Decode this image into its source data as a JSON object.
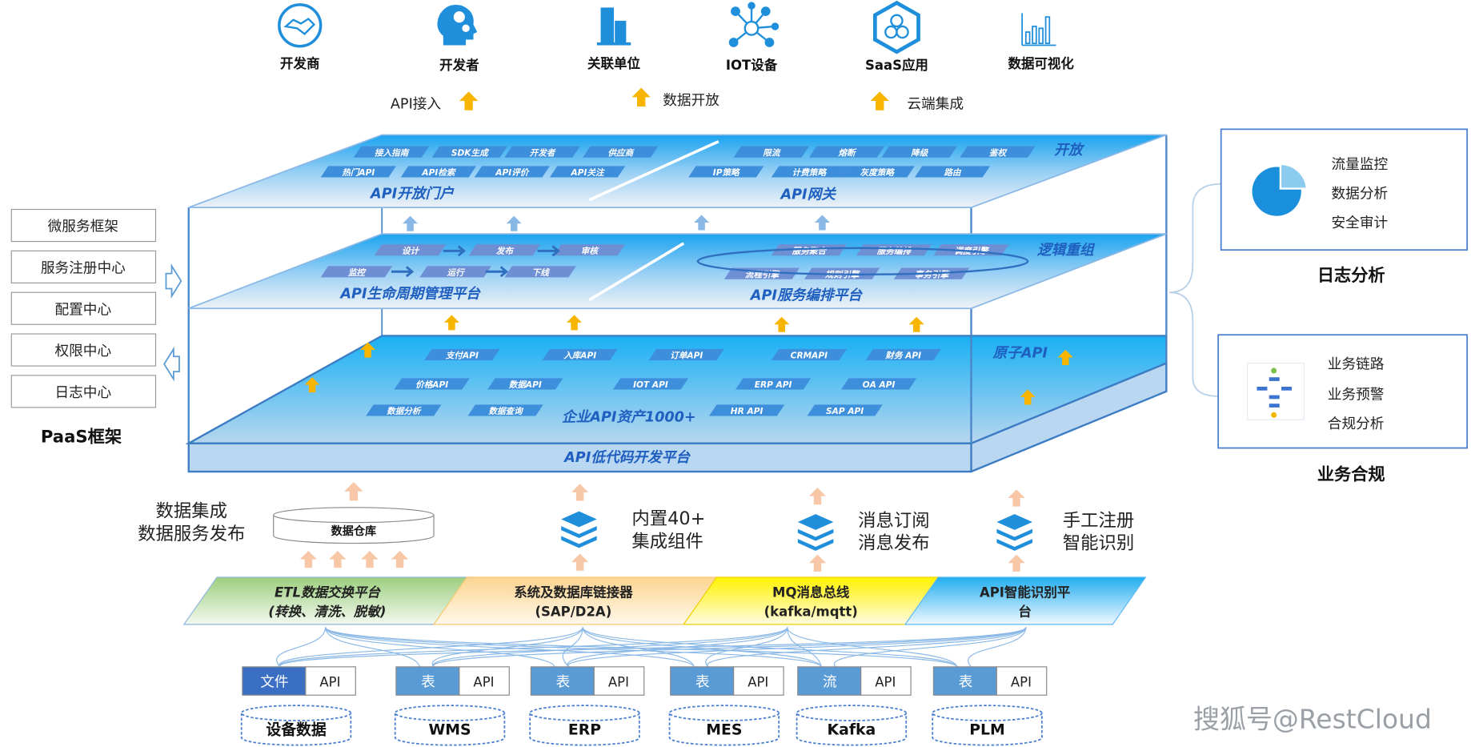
{
  "colors": {
    "accent": "#1f8fdc",
    "layer_blue": "#2fa8ee",
    "arrow_yellow": "#f7b500",
    "arrow_orange": "#f8c7a8",
    "frame": "#4a86c8"
  },
  "top_icons": [
    {
      "icon": "handshake-icon",
      "label": "开发商"
    },
    {
      "icon": "head-gear-icon",
      "label": "开发者"
    },
    {
      "icon": "building-icon",
      "label": "关联单位"
    },
    {
      "icon": "network-icon",
      "label": "IOT设备"
    },
    {
      "icon": "hexagon-icon",
      "label": "SaaS应用"
    },
    {
      "icon": "bar-chart-icon",
      "label": "数据可视化"
    }
  ],
  "top_arrows": [
    "API接入",
    "数据开放",
    "云端集成"
  ],
  "open_layer": {
    "corner": "开放",
    "portal_title": "API开放门户",
    "gateway_title": "API网关",
    "portal_row1": [
      "接入指南",
      "SDK生成",
      "开发者",
      "供应商"
    ],
    "portal_row2": [
      "热门API",
      "API检索",
      "API评价",
      "API关注"
    ],
    "gateway_row1": [
      "限流",
      "熔断",
      "降级",
      "鉴权"
    ],
    "gateway_row2": [
      "IP策略",
      "计费策略",
      "灰度策略",
      "路由"
    ]
  },
  "logic_layer": {
    "corner": "逻辑重组",
    "lifecycle_title": "API生命周期管理平台",
    "orchestration_title": "API服务编排平台",
    "lifecycle_row1": [
      "设计",
      "发布",
      "审核"
    ],
    "lifecycle_row2": [
      "监控",
      "运行",
      "下线"
    ],
    "orch_row1": [
      "服务聚合",
      "服务编排",
      "调度引擎"
    ],
    "orch_row2": [
      "流程引擎",
      "规则引擎",
      "事务引擎"
    ]
  },
  "atomic_layer": {
    "corner": "原子API",
    "title": "企业API资产1000+",
    "row1": [
      "支付API",
      "入库API",
      "订单API",
      "CRMAPI",
      "财务 API"
    ],
    "row2": [
      "价格API",
      "数据API",
      "IOT API",
      "ERP API",
      "OA API"
    ],
    "row3": [
      "数据分析",
      "数据查询",
      "HR API",
      "SAP  API"
    ]
  },
  "base_layer": {
    "title": "API低代码开发平台"
  },
  "paas": {
    "title": "PaaS框架",
    "items": [
      "微服务框架",
      "服务注册中心",
      "配置中心",
      "权限中心",
      "日志中心"
    ]
  },
  "log_analysis": {
    "title": "日志分析",
    "items": [
      "流量监控",
      "数据分析",
      "安全审计"
    ],
    "pie_fraction": 0.25
  },
  "compliance": {
    "title": "业务合规",
    "items": [
      "业务链路",
      "业务预警",
      "合规分析"
    ]
  },
  "integration": {
    "left_line1": "数据集成",
    "left_line2": "数据服务发布",
    "warehouse": "数据仓库",
    "c1_line1": "内置40+",
    "c1_line2": "集成组件",
    "c2_line1": "消息订阅",
    "c2_line2": "消息发布",
    "c3_line1": "手工注册",
    "c3_line2": "智能识别"
  },
  "platforms": [
    {
      "line1": "ETL数据交换平台",
      "line2": "(转换、清洗、脱敏)"
    },
    {
      "line1": "系统及数据库链接器",
      "line2": "(SAP/D2A)"
    },
    {
      "line1": "MQ消息总线",
      "line2": "(kafka/mqtt)"
    },
    {
      "line1": "API智能识别平",
      "line2": "台"
    }
  ],
  "sources": [
    {
      "type": "文件",
      "api": "API",
      "name": "设备数据"
    },
    {
      "type": "表",
      "api": "API",
      "name": "WMS"
    },
    {
      "type": "表",
      "api": "API",
      "name": "ERP"
    },
    {
      "type": "表",
      "api": "API",
      "name": "MES"
    },
    {
      "type": "流",
      "api": "API",
      "name": "Kafka"
    },
    {
      "type": "表",
      "api": "API",
      "name": "PLM"
    }
  ],
  "watermark": "搜狐号@RestCloud"
}
